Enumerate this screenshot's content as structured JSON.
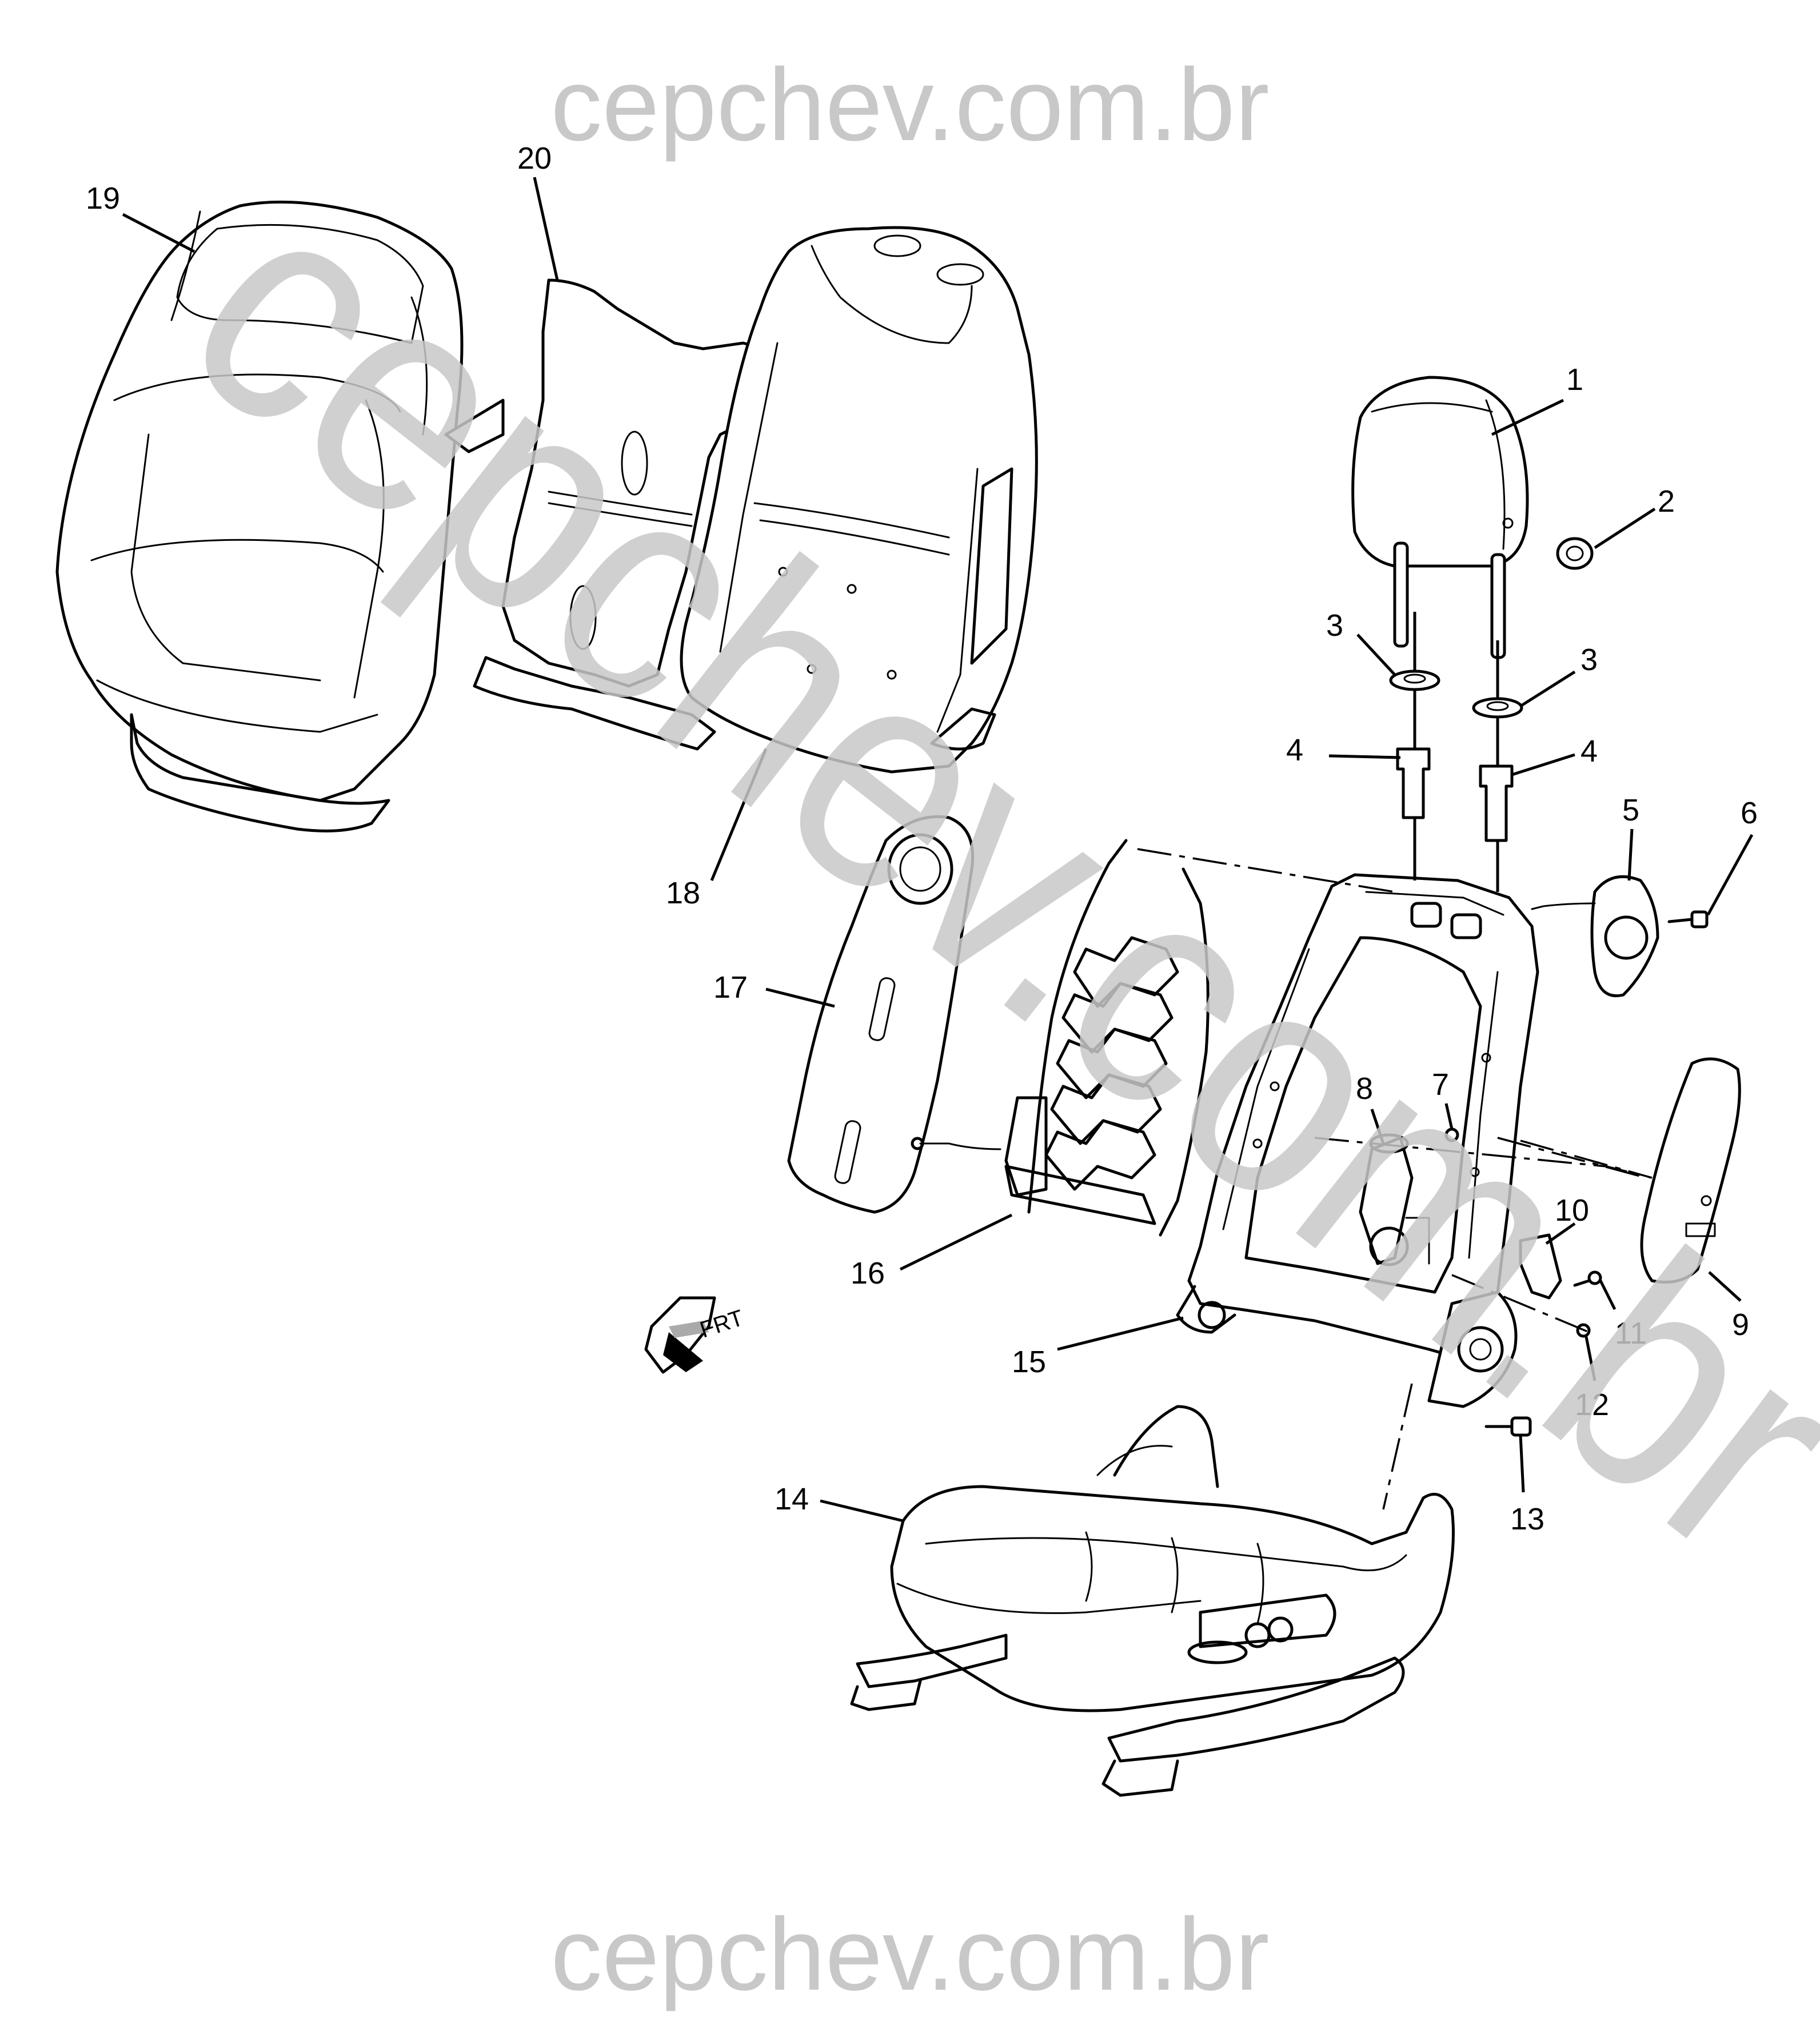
{
  "watermark": {
    "top": "cepchev.com.br",
    "bottom": "cepchev.com.br",
    "diagonal": "cepchev.com.br"
  },
  "direction_marker": "FRT",
  "callouts": [
    {
      "id": "1",
      "label": "1"
    },
    {
      "id": "2",
      "label": "2"
    },
    {
      "id": "3a",
      "label": "3"
    },
    {
      "id": "3b",
      "label": "3"
    },
    {
      "id": "4a",
      "label": "4"
    },
    {
      "id": "4b",
      "label": "4"
    },
    {
      "id": "5",
      "label": "5"
    },
    {
      "id": "6",
      "label": "6"
    },
    {
      "id": "7",
      "label": "7"
    },
    {
      "id": "8",
      "label": "8"
    },
    {
      "id": "9",
      "label": "9"
    },
    {
      "id": "10",
      "label": "10"
    },
    {
      "id": "11",
      "label": "11"
    },
    {
      "id": "12",
      "label": "12"
    },
    {
      "id": "13",
      "label": "13"
    },
    {
      "id": "14",
      "label": "14"
    },
    {
      "id": "15",
      "label": "15"
    },
    {
      "id": "16",
      "label": "16"
    },
    {
      "id": "17",
      "label": "17"
    },
    {
      "id": "18",
      "label": "18"
    },
    {
      "id": "19",
      "label": "19"
    },
    {
      "id": "20",
      "label": "20"
    }
  ]
}
